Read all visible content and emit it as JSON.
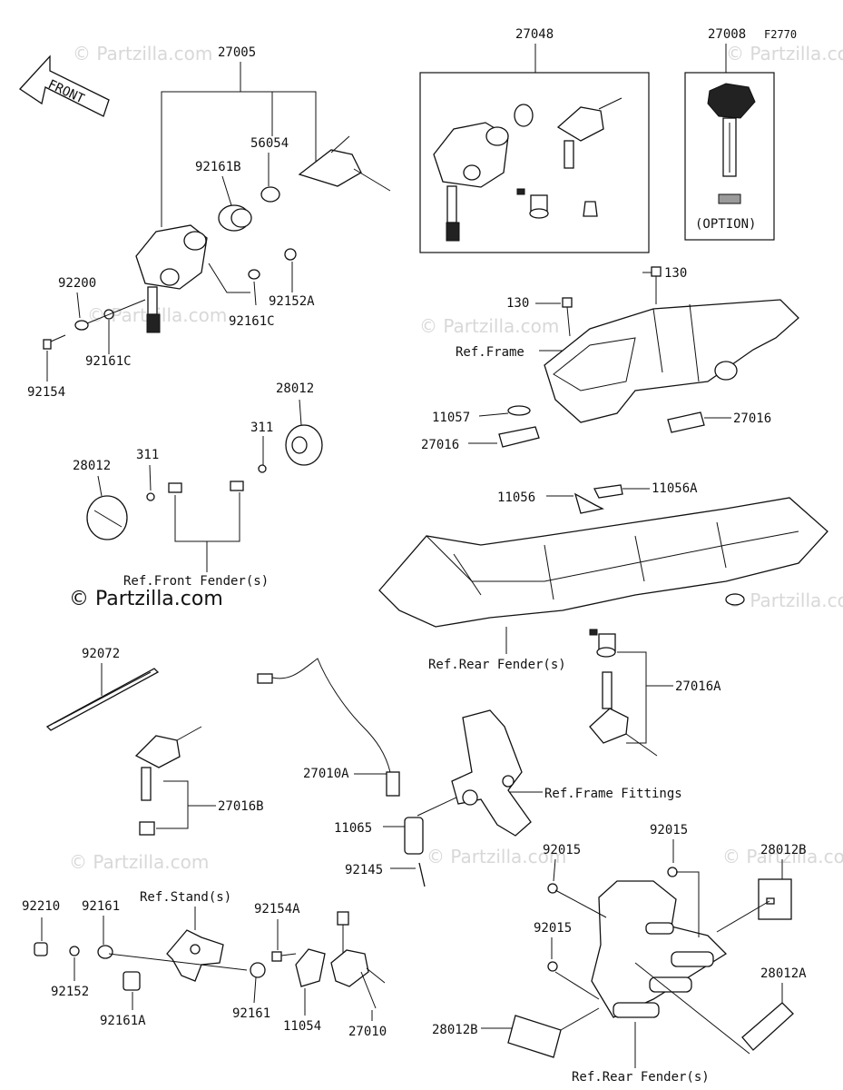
{
  "figure_code": "F2770",
  "front_label": "FRONT",
  "option_label": "(OPTION)",
  "watermark": "© Partzilla.com",
  "part_numbers": {
    "p27005": "27005",
    "p56054": "56054",
    "p92161B": "92161B",
    "p92200": "92200",
    "p92161C_a": "92161C",
    "p92161C_b": "92161C",
    "p92152A": "92152A",
    "p92154": "92154",
    "p27048": "27048",
    "p27008": "27008",
    "p130_a": "130",
    "p130_b": "130",
    "p11057": "11057",
    "p27016_a": "27016",
    "p27016_b": "27016",
    "p28012_a": "28012",
    "p28012_b": "28012",
    "p311_a": "311",
    "p311_b": "311",
    "p11056": "11056",
    "p11056A": "11056A",
    "p27016A": "27016A",
    "p92072": "92072",
    "p27016B": "27016B",
    "p27010A": "27010A",
    "p11065": "11065",
    "p92145": "92145",
    "p92015_a": "92015",
    "p92015_b": "92015",
    "p92015_c": "92015",
    "p28012B_a": "28012B",
    "p28012B_b": "28012B",
    "p28012A": "28012A",
    "p92210": "92210",
    "p92161_a": "92161",
    "p92161_b": "92161",
    "p92152": "92152",
    "p92161A": "92161A",
    "p92154A": "92154A",
    "p11054": "11054",
    "p27010": "27010"
  },
  "refs": {
    "frame": "Ref.Frame",
    "front_fender": "Ref.Front Fender(s)",
    "rear_fender_a": "Ref.Rear Fender(s)",
    "rear_fender_b": "Ref.Rear Fender(s)",
    "frame_fittings": "Ref.Frame Fittings",
    "stand": "Ref.Stand(s)"
  }
}
